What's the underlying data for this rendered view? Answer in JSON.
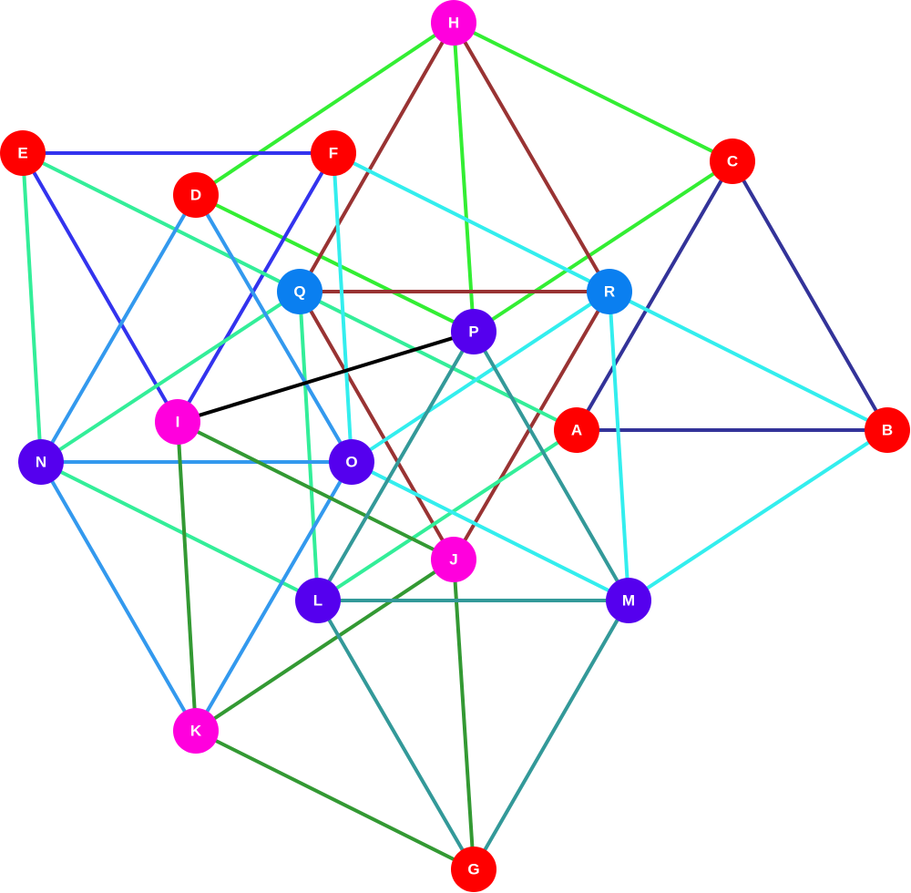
{
  "graph": {
    "nodes": [
      {
        "id": "A",
        "label": "A",
        "color": "#ff0000"
      },
      {
        "id": "B",
        "label": "B",
        "color": "#ff0000"
      },
      {
        "id": "C",
        "label": "C",
        "color": "#ff0000"
      },
      {
        "id": "D",
        "label": "D",
        "color": "#ff0000"
      },
      {
        "id": "E",
        "label": "E",
        "color": "#ff0000"
      },
      {
        "id": "F",
        "label": "F",
        "color": "#ff0000"
      },
      {
        "id": "G",
        "label": "G",
        "color": "#ff0000"
      },
      {
        "id": "H",
        "label": "H",
        "color": "#ff00dd"
      },
      {
        "id": "I",
        "label": "I",
        "color": "#ff00dd"
      },
      {
        "id": "J",
        "label": "J",
        "color": "#ff00dd"
      },
      {
        "id": "K",
        "label": "K",
        "color": "#ff00dd"
      },
      {
        "id": "L",
        "label": "L",
        "color": "#5500ee"
      },
      {
        "id": "M",
        "label": "M",
        "color": "#5500ee"
      },
      {
        "id": "N",
        "label": "N",
        "color": "#5500ee"
      },
      {
        "id": "O",
        "label": "O",
        "color": "#5500ee"
      },
      {
        "id": "P",
        "label": "P",
        "color": "#5500ee"
      },
      {
        "id": "Q",
        "label": "Q",
        "color": "#0a7ff0"
      },
      {
        "id": "R",
        "label": "R",
        "color": "#0a7ff0"
      }
    ],
    "edges": [
      {
        "from": "H",
        "to": "D",
        "color": "#33ee33"
      },
      {
        "from": "H",
        "to": "C",
        "color": "#33ee33"
      },
      {
        "from": "H",
        "to": "P",
        "color": "#33ee33"
      },
      {
        "from": "D",
        "to": "P",
        "color": "#33ee33"
      },
      {
        "from": "C",
        "to": "P",
        "color": "#33ee33"
      },
      {
        "from": "H",
        "to": "Q",
        "color": "#993333"
      },
      {
        "from": "H",
        "to": "R",
        "color": "#993333"
      },
      {
        "from": "Q",
        "to": "R",
        "color": "#993333"
      },
      {
        "from": "Q",
        "to": "J",
        "color": "#993333"
      },
      {
        "from": "R",
        "to": "J",
        "color": "#993333"
      },
      {
        "from": "E",
        "to": "F",
        "color": "#3333ee"
      },
      {
        "from": "E",
        "to": "I",
        "color": "#3333ee"
      },
      {
        "from": "F",
        "to": "I",
        "color": "#3333ee"
      },
      {
        "from": "C",
        "to": "A",
        "color": "#333399"
      },
      {
        "from": "C",
        "to": "B",
        "color": "#333399"
      },
      {
        "from": "A",
        "to": "B",
        "color": "#333399"
      },
      {
        "from": "E",
        "to": "N",
        "color": "#33ee99"
      },
      {
        "from": "E",
        "to": "A",
        "color": "#33ee99"
      },
      {
        "from": "Q",
        "to": "N",
        "color": "#33ee99"
      },
      {
        "from": "Q",
        "to": "L",
        "color": "#33ee99"
      },
      {
        "from": "N",
        "to": "L",
        "color": "#33ee99"
      },
      {
        "from": "A",
        "to": "L",
        "color": "#33ee99"
      },
      {
        "from": "F",
        "to": "O",
        "color": "#33eeee"
      },
      {
        "from": "F",
        "to": "B",
        "color": "#33eeee"
      },
      {
        "from": "R",
        "to": "O",
        "color": "#33eeee"
      },
      {
        "from": "R",
        "to": "M",
        "color": "#33eeee"
      },
      {
        "from": "O",
        "to": "M",
        "color": "#33eeee"
      },
      {
        "from": "B",
        "to": "M",
        "color": "#33eeee"
      },
      {
        "from": "D",
        "to": "N",
        "color": "#3399ee"
      },
      {
        "from": "D",
        "to": "O",
        "color": "#3399ee"
      },
      {
        "from": "N",
        "to": "O",
        "color": "#3399ee"
      },
      {
        "from": "N",
        "to": "K",
        "color": "#3399ee"
      },
      {
        "from": "O",
        "to": "K",
        "color": "#3399ee"
      },
      {
        "from": "P",
        "to": "I",
        "color": "#000000"
      },
      {
        "from": "I",
        "to": "J",
        "color": "#339933"
      },
      {
        "from": "I",
        "to": "K",
        "color": "#339933"
      },
      {
        "from": "J",
        "to": "K",
        "color": "#339933"
      },
      {
        "from": "J",
        "to": "G",
        "color": "#339933"
      },
      {
        "from": "K",
        "to": "G",
        "color": "#339933"
      },
      {
        "from": "P",
        "to": "L",
        "color": "#339999"
      },
      {
        "from": "P",
        "to": "M",
        "color": "#339999"
      },
      {
        "from": "L",
        "to": "M",
        "color": "#339999"
      },
      {
        "from": "L",
        "to": "G",
        "color": "#339999"
      },
      {
        "from": "M",
        "to": "G",
        "color": "#339999"
      }
    ]
  }
}
